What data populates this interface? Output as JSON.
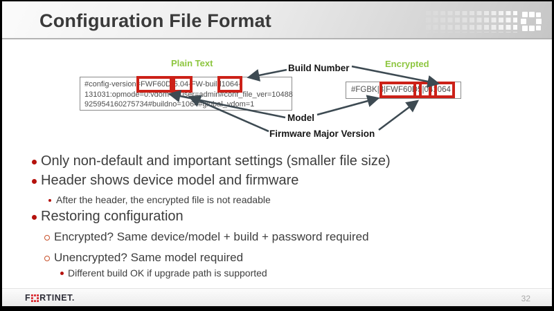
{
  "slide": {
    "title": "Configuration File Format",
    "page_number": "32",
    "brand": {
      "name": "FORTINET",
      "logo_prefix": "F",
      "logo_suffix": "RTINET."
    }
  },
  "diagram": {
    "plain": {
      "label": "Plain Text",
      "line1": {
        "prefix": "#config-version=",
        "model": "FWF60D",
        "sep1": "-",
        "version": "5.04",
        "mid": "-FW-build",
        "build": "1064",
        "suffix": "-"
      },
      "line2": "131031:opmode=0:vdom=0:user=admin#conf_file_ver=10488",
      "line3": "925954160275734#buildno=1064#global_vdom=1"
    },
    "encrypted": {
      "label": "Encrypted",
      "prefix": "#FGBK|3",
      "model": "|FWF60D",
      "version": "5|04",
      "build": "1064"
    },
    "callouts": {
      "build": "Build Number",
      "model": "Model",
      "firmware": "Firmware Major Version"
    },
    "colors": {
      "highlight_red": "#cc2118",
      "label_green": "#8dc63f",
      "arrow": "#3d4a52"
    }
  },
  "bullets": {
    "items": [
      {
        "level": 1,
        "text": "Only non-default and important settings (smaller file size)"
      },
      {
        "level": 1,
        "text": "Header shows device model and firmware"
      },
      {
        "level": 2,
        "text": "After the header, the encrypted file is not readable"
      },
      {
        "level": 1,
        "text": "Restoring configuration"
      },
      {
        "level": 2,
        "text": "Encrypted? Same device/model + build + password required"
      },
      {
        "level": 2,
        "text": "Unencrypted? Same model required"
      },
      {
        "level": 3,
        "text": "Different build OK if upgrade path is supported"
      }
    ]
  }
}
